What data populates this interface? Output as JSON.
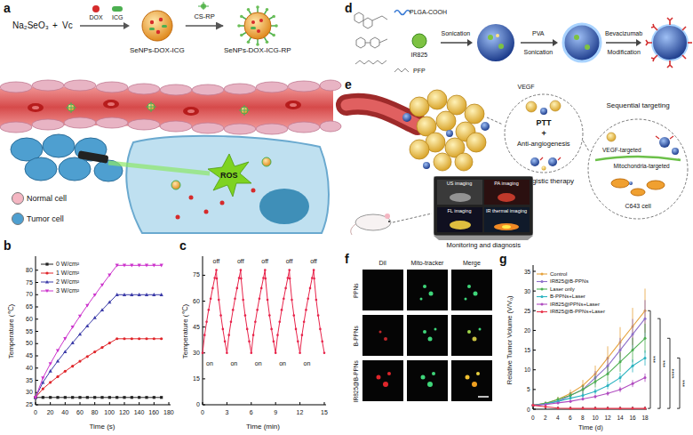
{
  "diagram": {
    "nodes": [
      {
        "text": [
          "SeNPs-DOX-ICG"
        ]
      },
      {
        "text": [
          "SeNPs-DOX-ICG-RP"
        ]
      },
      {
        "text": [
          "PTT",
          "+",
          "Anti-angiogenesis",
          "Synergistic therapy"
        ]
      },
      {
        "text": [
          "Sequential targeting",
          "VEGF-targeted",
          "Mitochondria-targeted",
          "C643 cell"
        ]
      },
      {
        "text": [
          "US imaging",
          "PA imaging",
          "FL imaging",
          "IR thermal imaging",
          "Monitoring and diagnosis"
        ]
      }
    ],
    "edges": [
      {
        "from": 0,
        "to": 1,
        "arrow": "to",
        "label": "CS-RP"
      }
    ],
    "labels": [
      "a",
      "Na₂SeO₃",
      "+",
      "Vc",
      "DOX",
      "ICG",
      "ROS",
      "b",
      "Temperature (℃)",
      "Time (s)",
      "25",
      "30",
      "35",
      "40",
      "45",
      "50",
      "55",
      "60",
      "65",
      "70",
      "75",
      "80",
      "0",
      "20",
      "40",
      "60",
      "80",
      "100",
      "120",
      "140",
      "160",
      "180",
      "c",
      "Temperature (℃)",
      "Time (min)",
      "0",
      "15",
      "30",
      "45",
      "60",
      "75",
      "0",
      "3",
      "6",
      "9",
      "12",
      "15",
      "on",
      "off",
      "on",
      "off",
      "on",
      "off",
      "on",
      "off",
      "on",
      "off",
      "d",
      "PLGA-COOH",
      "IR825",
      "PFP",
      "Sonication",
      "PVA",
      "Sonication",
      "Bevacizumab",
      "Modification",
      "e",
      "VEGF",
      "f",
      "DiI",
      "Mito-tracker",
      "Merge",
      "PPNs",
      "B-PPNs",
      "IR825@B-PPNs",
      "g",
      "Relative Tumor Volume (V/V₀)",
      "Time (d)",
      "0",
      "5",
      "10",
      "15",
      "20",
      "25",
      "30",
      "35",
      "0",
      "2",
      "4",
      "6",
      "8",
      "10",
      "12",
      "14",
      "16",
      "18",
      "***",
      "***",
      "****",
      "***"
    ],
    "legend": [
      {
        "text": "Normal cell",
        "color": "#f4b6c2"
      },
      {
        "text": "Tumor cell",
        "color": "#4e9fd0"
      },
      {
        "text": "0 W/cm²"
      },
      {
        "text": "1 W/cm²"
      },
      {
        "text": "2 W/cm²"
      },
      {
        "text": "3 W/cm²"
      },
      {
        "text": "Control"
      },
      {
        "text": "IR825@B-PPNs"
      },
      {
        "text": "Laser only"
      },
      {
        "text": "B-PPNs+Laser"
      },
      {
        "text": "IR825@PPNs+Laser"
      },
      {
        "text": "IR825@B-PPNs+Laser"
      }
    ]
  }
}
